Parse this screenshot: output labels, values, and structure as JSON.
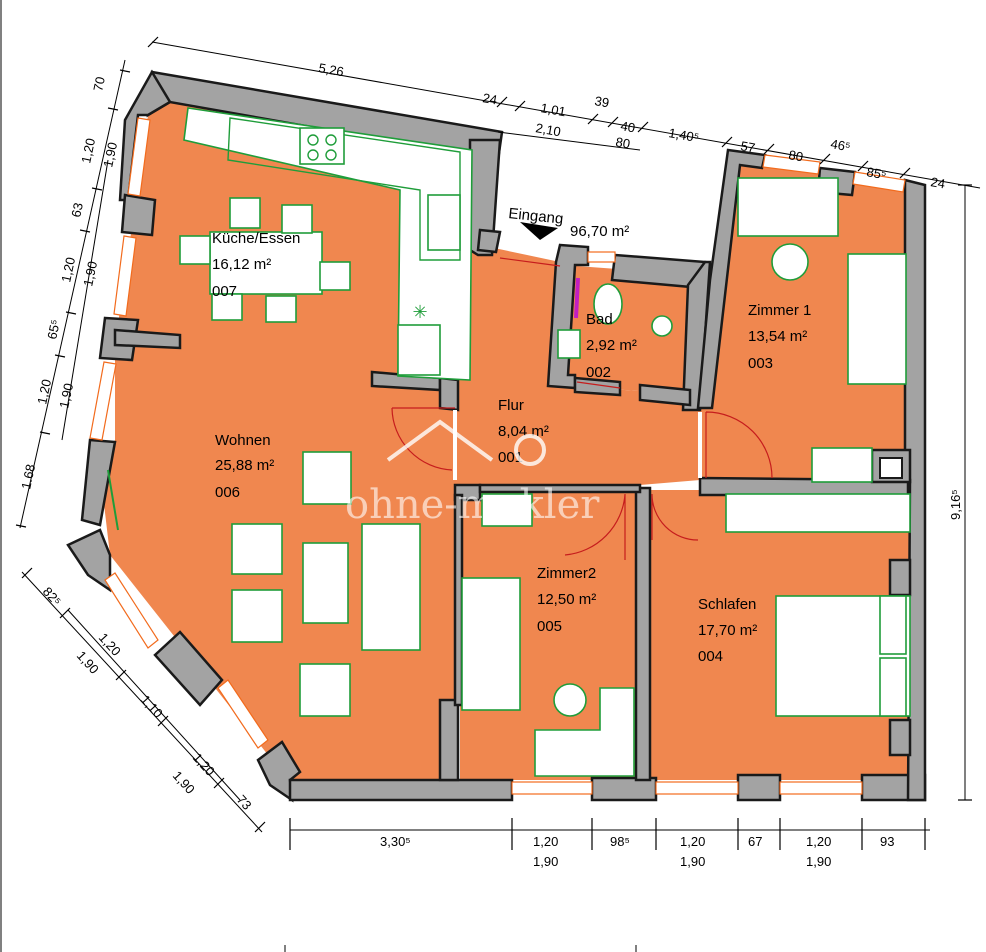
{
  "rooms": {
    "kueche": {
      "name": "Küche/Essen",
      "area": "16,12 m²",
      "number": "007"
    },
    "wohnen": {
      "name": "Wohnen",
      "area": "25,88 m²",
      "number": "006"
    },
    "bad": {
      "name": "Bad",
      "area": "2,92 m²",
      "number": "002"
    },
    "flur": {
      "name": "Flur",
      "area": "8,04 m²",
      "number": "001"
    },
    "zimmer1": {
      "name": "Zimmer 1",
      "area": "13,54 m²",
      "number": "003"
    },
    "zimmer2": {
      "name": "Zimmer2",
      "area": "12,50 m²",
      "number": "005"
    },
    "schlafen": {
      "name": "Schlafen",
      "area": "17,70 m²",
      "number": "004"
    }
  },
  "entrance": {
    "label": "Eingang",
    "total_area": "96,70 m²"
  },
  "watermark": "ohne-makler",
  "dims": {
    "top": {
      "d526": "5,26",
      "d24a": "24",
      "d101": "1,01",
      "d39": "39",
      "d210": "2,10",
      "d40": "40",
      "d80a": "80",
      "d1405": "1,40⁵",
      "d57": "57",
      "d80b": "80",
      "d465": "46⁵",
      "d855": "85⁵",
      "d24b": "24"
    },
    "left": {
      "d70": "70",
      "d120a": "1,20",
      "d190a": "1,90",
      "d63": "63",
      "d120b": "1,20",
      "d190b": "1,90",
      "d655": "65⁵",
      "d120c": "1,20",
      "d190c": "1,90",
      "d168": "1.68"
    },
    "diag": {
      "d825": "82⁵",
      "d120a": "1,20",
      "d190a": "1,90",
      "d110": "1,10",
      "d120b": "1,20",
      "d190b": "1,90",
      "d73": "73"
    },
    "bottom": {
      "d3305": "3,30⁵",
      "d120a": "1,20",
      "d190a": "1,90",
      "d985": "98⁵",
      "d120b": "1,20",
      "d190b": "1,90",
      "d67": "67",
      "d120c": "1,20",
      "d190c": "1,90",
      "d93": "93"
    },
    "right": {
      "d9165": "9,16⁵"
    }
  },
  "colors": {
    "room_fill": "#f0874f",
    "wall": "#a3a3a3",
    "furniture_line": "#1f9d3a",
    "window": "#f26b1d"
  }
}
